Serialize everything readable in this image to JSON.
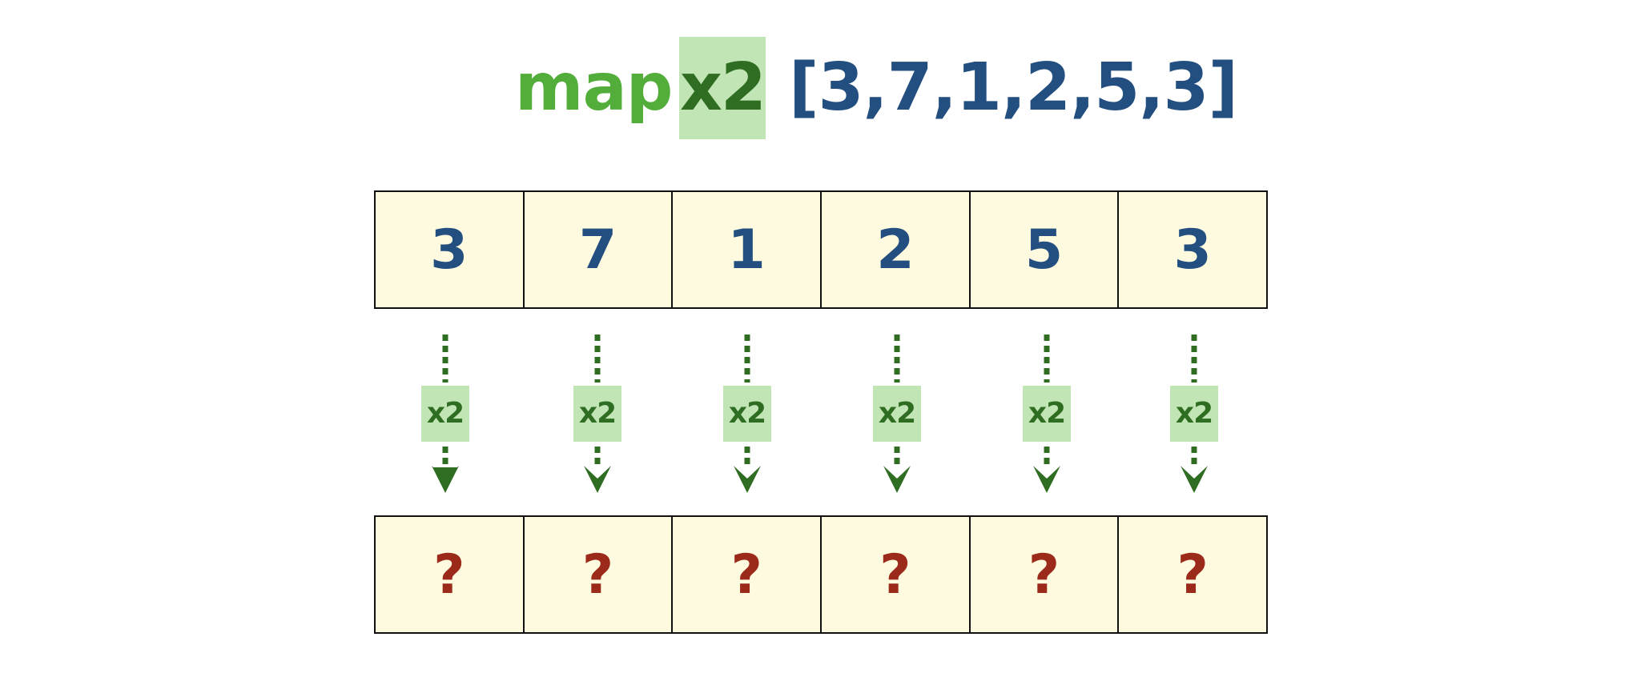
{
  "title": {
    "map_word": "map",
    "function_label": "x2",
    "input_list": "[3,7,1,2,5,3]"
  },
  "input_cells": [
    "3",
    "7",
    "1",
    "2",
    "5",
    "3"
  ],
  "arrow_labels": [
    "x2",
    "x2",
    "x2",
    "x2",
    "x2",
    "x2"
  ],
  "output_cells": [
    "?",
    "?",
    "?",
    "?",
    "?",
    "?"
  ],
  "colors": {
    "map_text": "#53ad3b",
    "function_bg": "#c2e5b5",
    "function_text": "#2f6e22",
    "input_text": "#234e80",
    "output_text": "#9c2a1a",
    "cell_bg": "#fefadf",
    "arrow": "#2f6e22"
  }
}
